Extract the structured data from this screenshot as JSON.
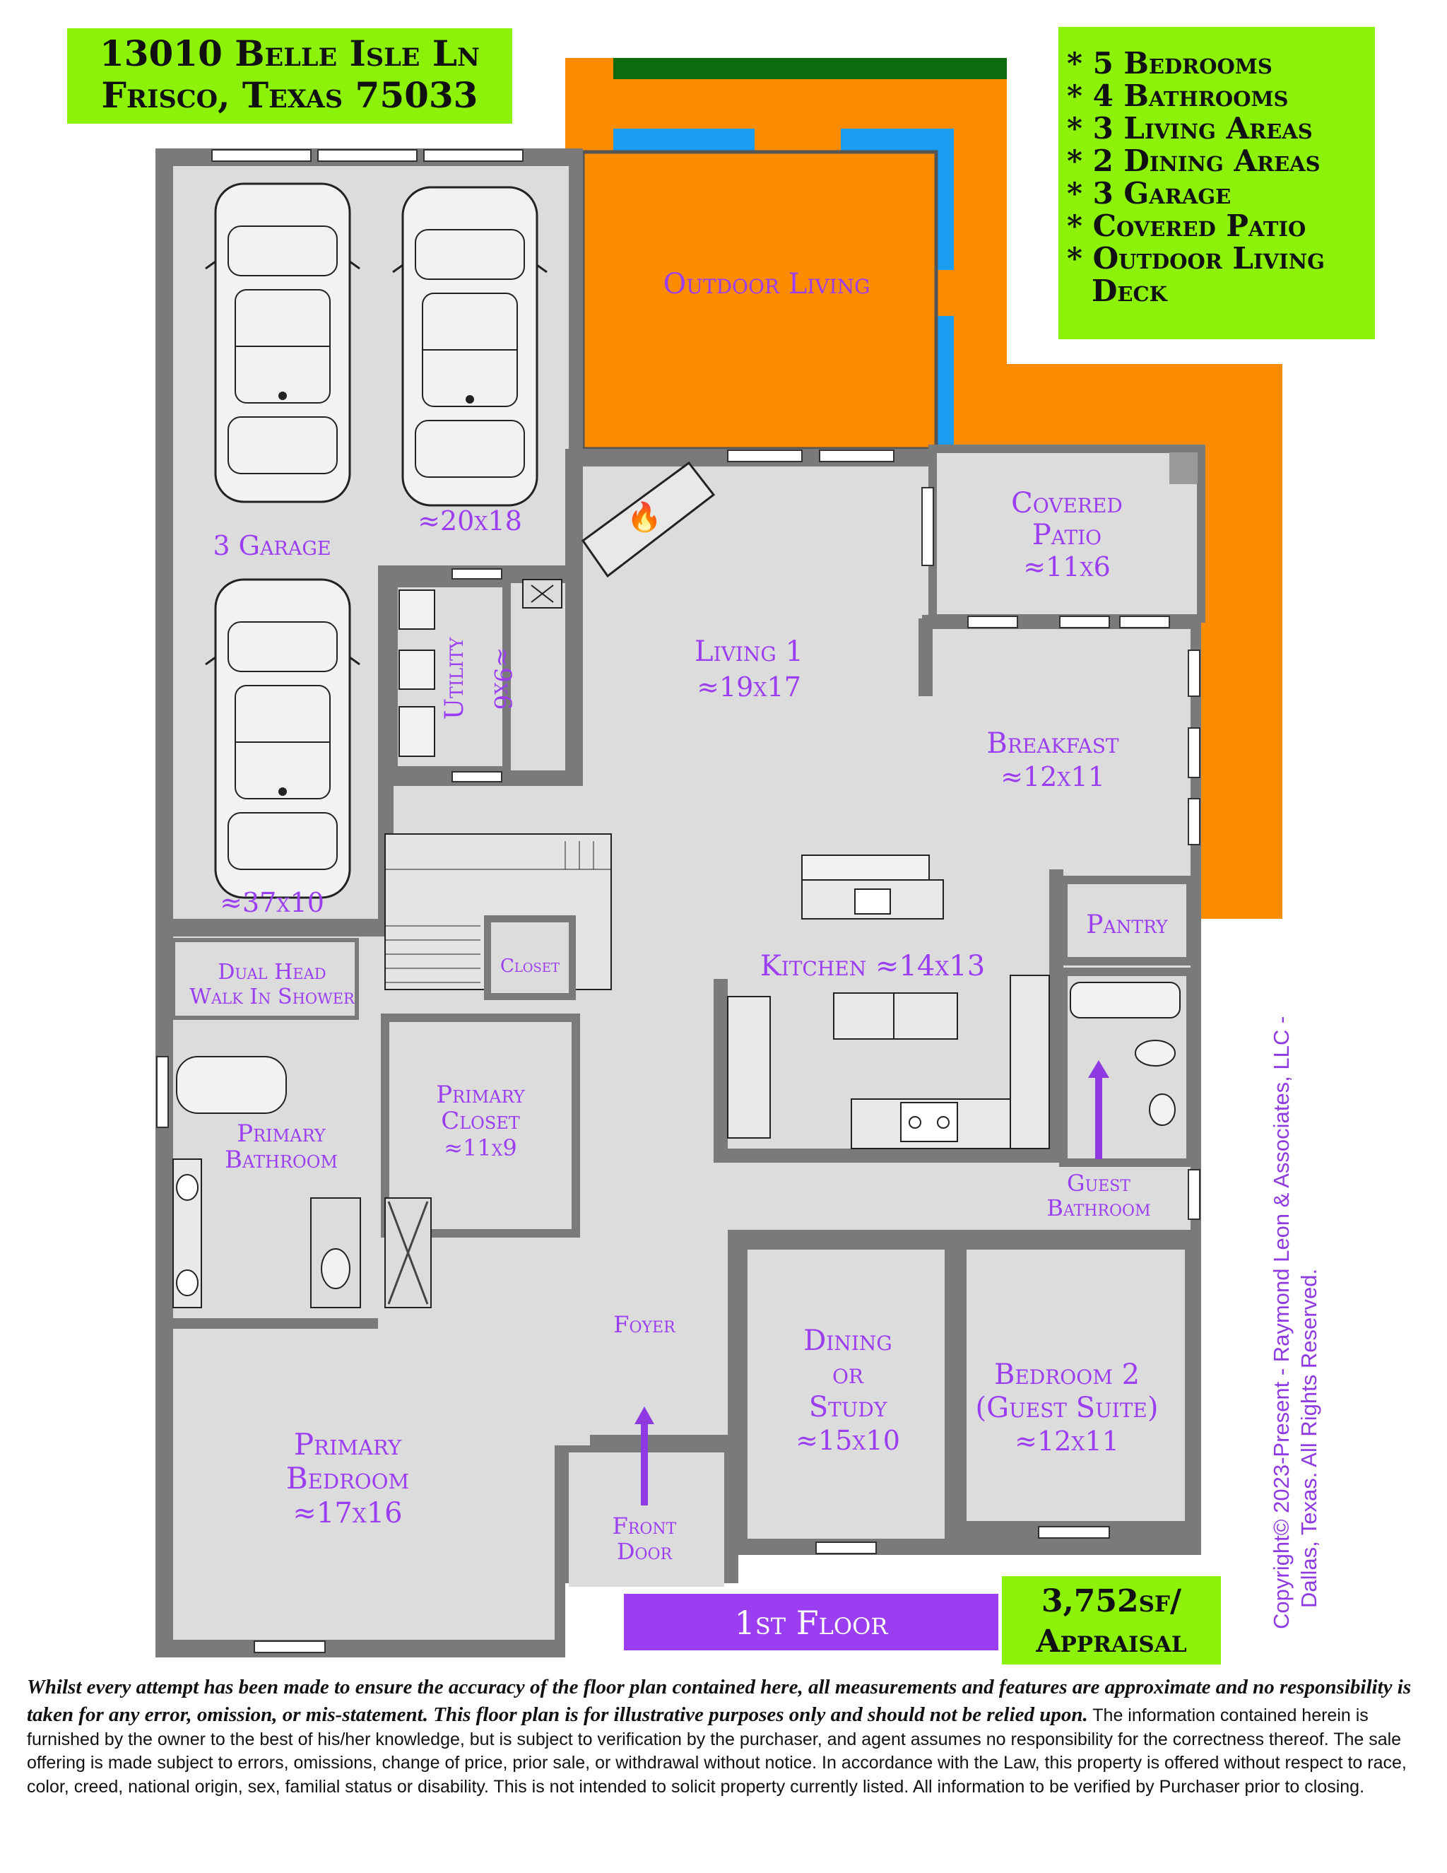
{
  "address": {
    "line1": "13010 Belle Isle Ln",
    "line2": "Frisco, Texas 75033"
  },
  "features": [
    "* 5 Bedrooms",
    "* 4 Bathrooms",
    "* 3 Living Areas",
    "* 2 Dining Areas",
    "* 3 Garage",
    "* Covered Patio",
    "* Outdoor Living",
    "Deck"
  ],
  "rooms": {
    "outdoor_living": "Outdoor Living",
    "garage_dim_1": "≈20x18",
    "garage_label": "3 Garage",
    "garage_dim_2": "≈37x10",
    "covered_patio_1": "Covered",
    "covered_patio_2": "Patio",
    "covered_patio_dim": "≈11x6",
    "utility": "Utility",
    "utility_dim": "≈9x6",
    "living_1": "Living 1",
    "living_1_dim": "≈19x17",
    "breakfast": "Breakfast",
    "breakfast_dim": "≈12x11",
    "pantry": "Pantry",
    "kitchen": "Kitchen ≈14x13",
    "closet": "Closet",
    "dual_head_1": "Dual Head",
    "dual_head_2": "Walk In Shower",
    "primary_closet_1": "Primary",
    "primary_closet_2": "Closet",
    "primary_closet_dim": "≈11x9",
    "primary_bath_1": "Primary",
    "primary_bath_2": "Bathroom",
    "guest_bath_1": "Guest",
    "guest_bath_2": "Bathroom",
    "foyer": "Foyer",
    "dining_1": "Dining",
    "dining_2": "or",
    "dining_3": "Study",
    "dining_dim": "≈15x10",
    "bedroom2_1": "Bedroom 2",
    "bedroom2_2": "(Guest Suite)",
    "bedroom2_dim": "≈12x11",
    "primary_bed_1": "Primary",
    "primary_bed_2": "Bedroom",
    "primary_bed_dim": "≈17x16",
    "front_door_1": "Front",
    "front_door_2": "Door"
  },
  "floor_label": "1st Floor",
  "area": {
    "line1": "3,752sf/",
    "line2": "Appraisal"
  },
  "disclaimer": {
    "lead": "Whilst every attempt has been made to ensure the accuracy of the floor plan contained here, all measurements and features are approximate and no responsibility is taken for any error, omission, or mis-statement. This floor plan is for illustrative purposes only and should not be relied upon.",
    "body": "The information contained herein is furnished by the owner to the best of his/her knowledge, but is subject to verification by the purchaser, and agent assumes no responsibility for the correctness thereof.  The sale offering is made subject to errors, omissions, change of price, prior sale, or withdrawal without notice.  In accordance with the Law, this property is offered without respect to race, color, creed, national origin, sex, familial status or disability.  This is not intended to solicit property currently listed.  All information to be verified by Purchaser prior to closing."
  },
  "copyright": {
    "line1": "Copyright© 2023-Present - Raymond Leon & Associates, LLC -",
    "line2": "Dallas, Texas. All Rights Reserved."
  },
  "colors": {
    "lime": "#8cf20a",
    "orange": "#fb8c00",
    "pool_blue": "#1a9cf0",
    "grass_green": "#0d6b0d",
    "wall": "#7a7a7a",
    "floor": "#dcdcdc",
    "label_purple": "#9b3df0",
    "floor_banner": "#9b3df0"
  },
  "icons": [
    "fireplace-flame-icon",
    "entry-arrow-icon",
    "car-icon",
    "sink-icon",
    "toilet-icon",
    "bathtub-icon",
    "stove-icon",
    "door-swing-icon",
    "stair-icon"
  ]
}
